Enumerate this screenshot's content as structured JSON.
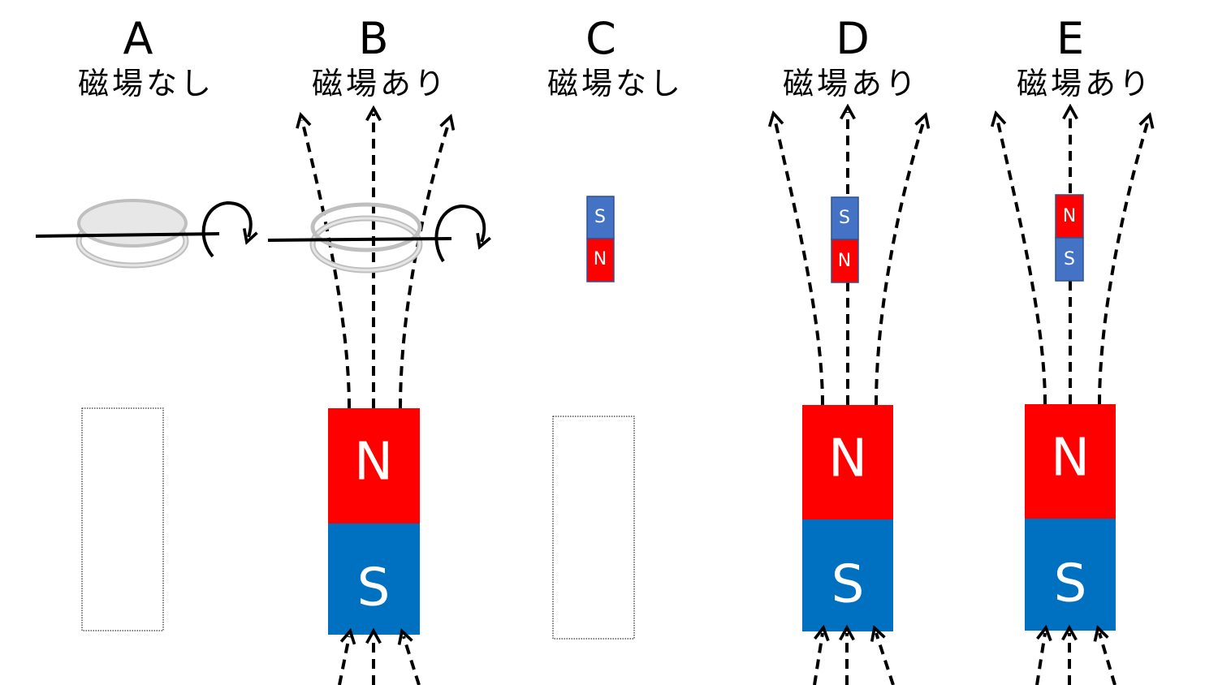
{
  "panels": [
    {
      "letter": "A",
      "caption": "磁場なし"
    },
    {
      "letter": "B",
      "caption": "磁場あり"
    },
    {
      "letter": "C",
      "caption": "磁場なし"
    },
    {
      "letter": "D",
      "caption": "磁場あり"
    },
    {
      "letter": "E",
      "caption": "磁場あり"
    }
  ],
  "poles": {
    "north": "N",
    "south": "S"
  },
  "colors": {
    "north": "#ff0000",
    "south": "#0070c0",
    "small_south": "#4472c4",
    "ring": "#bfbfbf"
  }
}
